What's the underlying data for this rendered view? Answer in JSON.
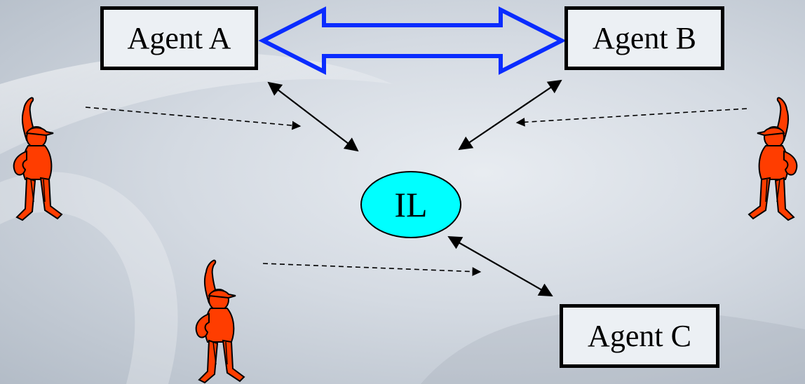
{
  "diagram": {
    "agents": {
      "a": "Agent A",
      "b": "Agent B",
      "c": "Agent C"
    },
    "center_node": "IL",
    "colors": {
      "channel_arrow": "#0a2cff",
      "center_fill": "#00ffff",
      "figure_fill": "#ff3d00",
      "outline": "#000000"
    },
    "icons": [
      "double-arrow-icon",
      "cartoon-person-icon"
    ]
  }
}
